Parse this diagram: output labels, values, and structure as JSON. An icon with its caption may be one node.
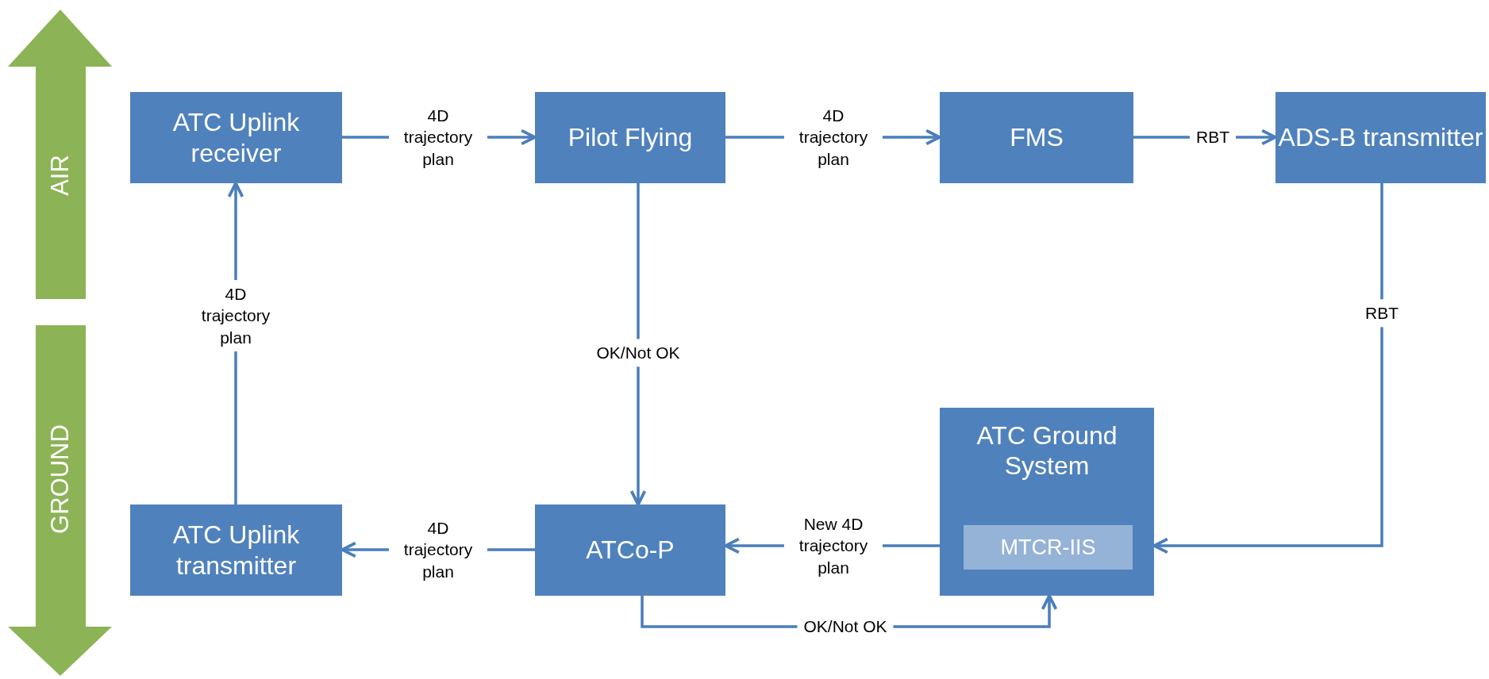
{
  "diagram": {
    "nodes": [
      {
        "text": [
          "ATC Uplink receiver"
        ]
      },
      {
        "text": [
          "Pilot Flying"
        ]
      },
      {
        "text": [
          "FMS"
        ]
      },
      {
        "text": [
          "ADS-B transmitter"
        ]
      },
      {
        "text": [
          "ATC Uplink transmitter"
        ]
      },
      {
        "text": [
          "ATCo-P"
        ]
      },
      {
        "text": [
          "ATC Ground System"
        ]
      },
      {
        "text": [
          "MTCR-IIS"
        ],
        "in": 6
      }
    ],
    "edges": [
      {
        "from": 0,
        "to": 1,
        "arrow": "to",
        "label": "4D trajectory plan"
      },
      {
        "from": 1,
        "to": 2,
        "arrow": "to",
        "label": "4D trajectory plan"
      },
      {
        "from": 2,
        "to": 3,
        "arrow": "to",
        "label": "RBT"
      },
      {
        "from": 3,
        "to": 6,
        "arrow": "to",
        "label": "RBT"
      },
      {
        "from": 1,
        "to": 5,
        "arrow": "to",
        "label": "OK/Not OK"
      },
      {
        "from": 6,
        "to": 5,
        "arrow": "to",
        "label": "New 4D trajectory plan"
      },
      {
        "from": 5,
        "to": 4,
        "arrow": "to",
        "label": "4D trajectory plan"
      },
      {
        "from": 4,
        "to": 0,
        "arrow": "to",
        "label": "4D trajectory plan"
      },
      {
        "from": 5,
        "to": 6,
        "arrow": "to",
        "label": "OK/Not OK"
      }
    ],
    "labels": [
      "AIR",
      "GROUND"
    ]
  }
}
